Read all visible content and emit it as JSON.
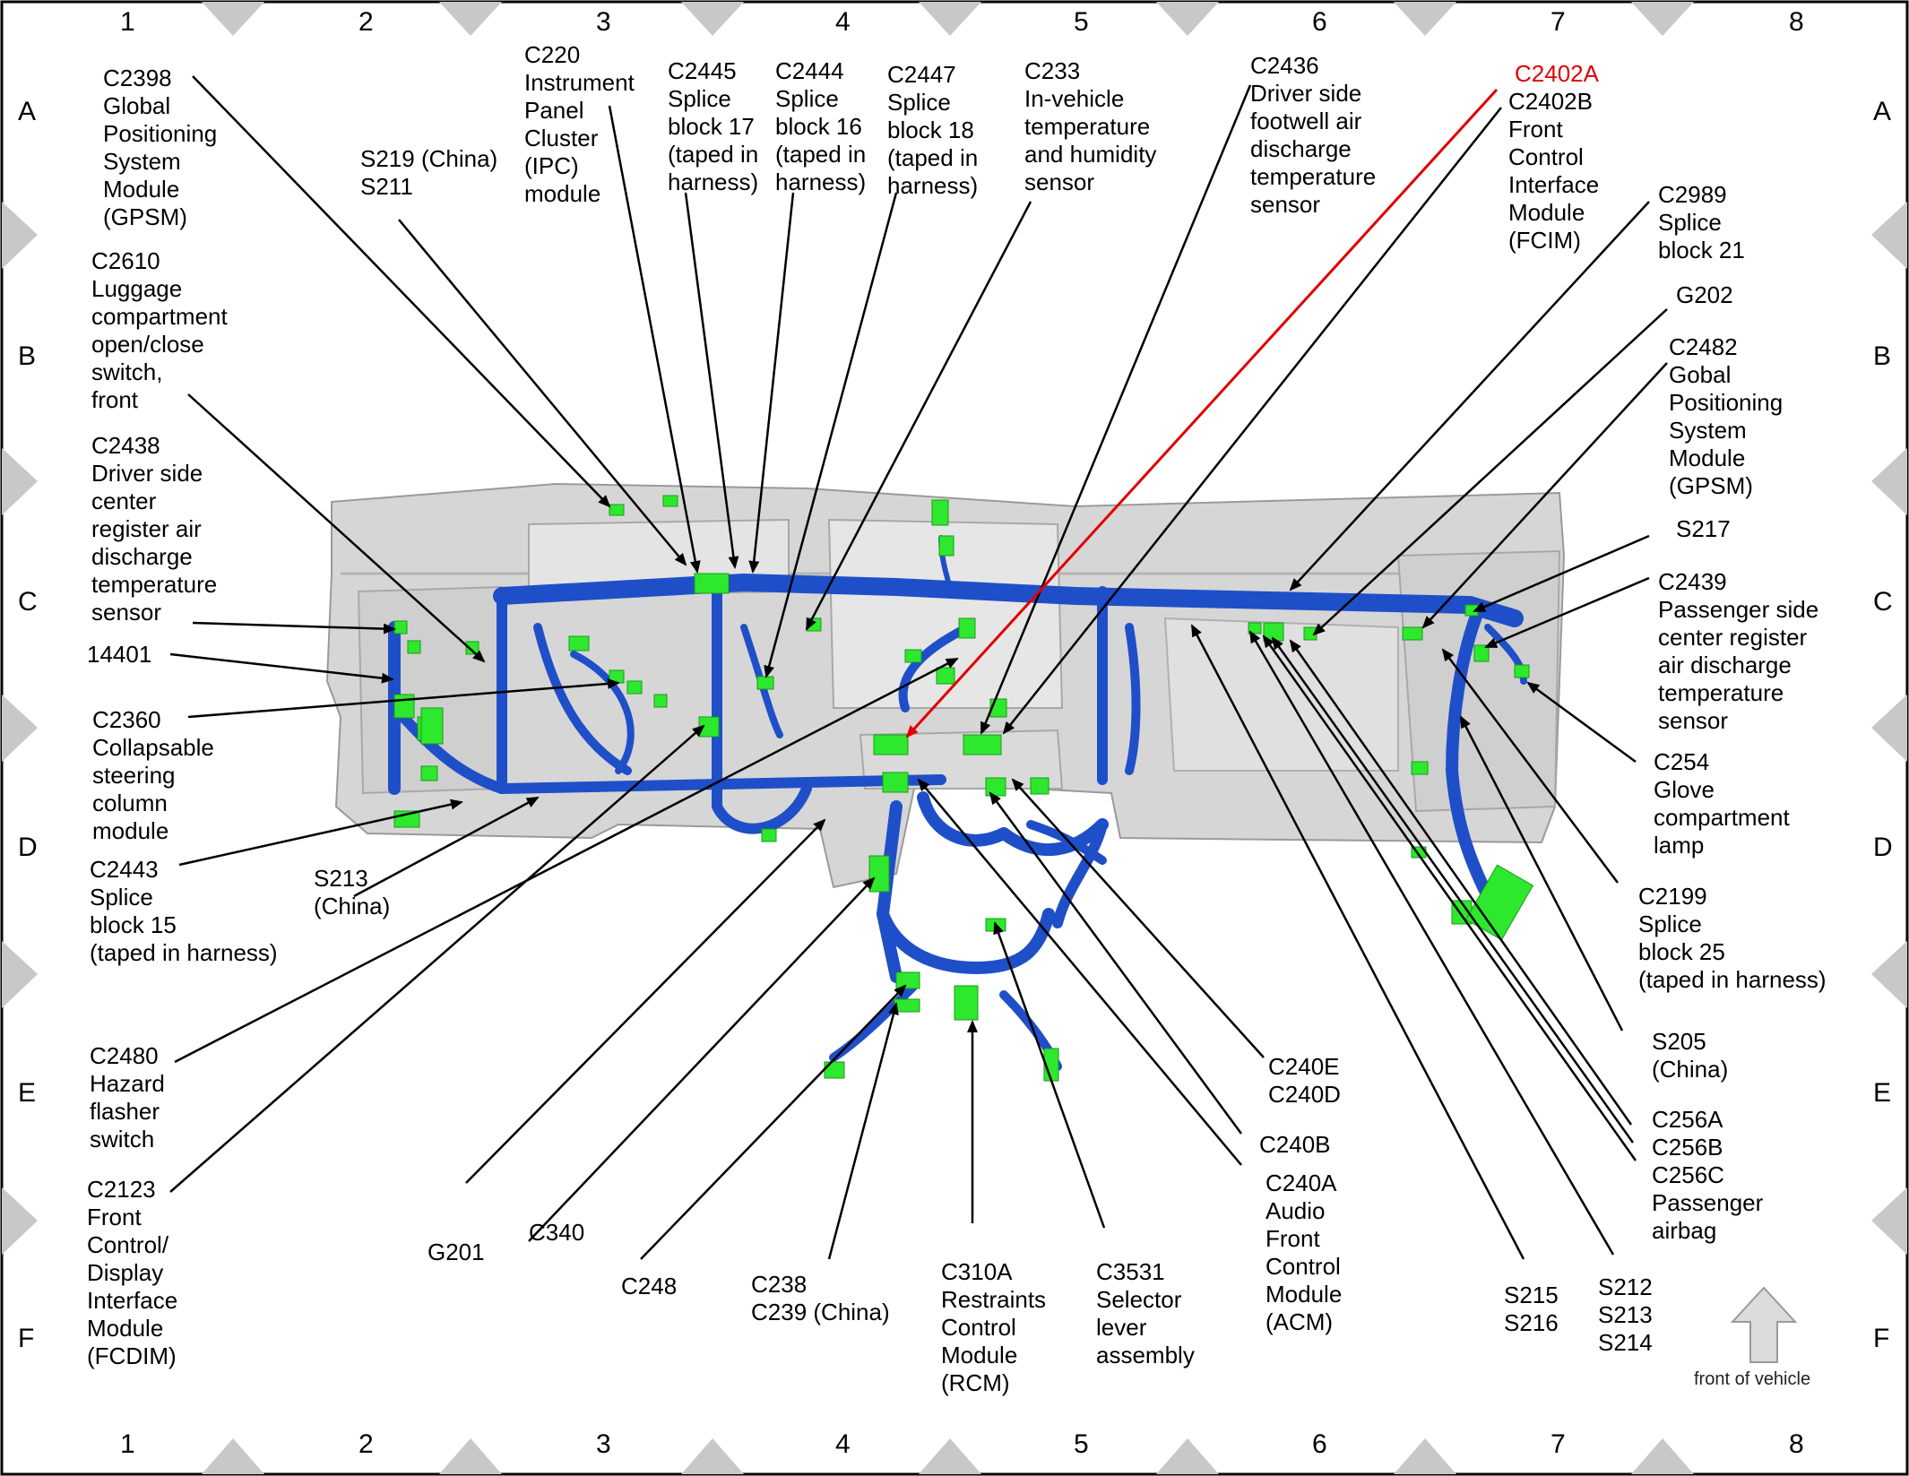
{
  "grid": {
    "columns": [
      "1",
      "2",
      "3",
      "4",
      "5",
      "6",
      "7",
      "8"
    ],
    "rows": [
      "A",
      "B",
      "C",
      "D",
      "E",
      "F"
    ]
  },
  "labels": {
    "c2398": "C2398\nGlobal\nPositioning\nSystem\nModule\n(GPSM)",
    "s219": "S219 (China)\nS211",
    "c220": "C220\nInstrument\nPanel\nCluster\n(IPC)\nmodule",
    "c2445": "C2445\nSplice\nblock 17\n(taped in\nharness)",
    "c2444": "C2444\nSplice\nblock 16\n(taped in\nharness)",
    "c2447": "C2447\nSplice\nblock 18\n(taped in\nharness)",
    "c233": "C233\nIn-vehicle\ntemperature\nand humidity\nsensor",
    "c2436": "C2436\nDriver side\nfootwell air\ndischarge\ntemperature\nsensor",
    "c2402a": "C2402A",
    "c2402b": "C2402B\nFront\nControl\nInterface\nModule\n(FCIM)",
    "c2989": "C2989\nSplice\nblock 21",
    "g202": "G202",
    "c2482": "C2482\nGobal\nPositioning\nSystem\nModule\n(GPSM)",
    "s217": "S217",
    "c2439": "C2439\nPassenger side\ncenter register\nair discharge\ntemperature\nsensor",
    "c254": "C254\nGlove\ncompartment\nlamp",
    "c2199": "C2199\nSplice\nblock 25\n(taped in harness)",
    "s205": "S205\n(China)",
    "c256": "C256A\nC256B\nC256C\nPassenger\nairbag",
    "s212": "S212\nS213\nS214",
    "s215": "S215\nS216",
    "c240a": "C240A\nAudio\nFront\nControl\nModule\n(ACM)",
    "c240b": "C240B",
    "c240e": "C240E\nC240D",
    "c3531": "C3531\nSelector\nlever\nassembly",
    "c310a": "C310A\nRestraints\nControl\nModule\n(RCM)",
    "c238": "C238\nC239 (China)",
    "c248": "C248",
    "c340": "C340",
    "g201": "G201",
    "c2123": "C2123\nFront\nControl/\nDisplay\nInterface\nModule\n(FCDIM)",
    "c2480": "C2480\nHazard\nflasher\nswitch",
    "c2443": "C2443\nSplice\nblock 15\n(taped in harness)",
    "s213": "S213\n(China)",
    "c2360": "C2360\nCollapsable\nsteering\ncolumn\nmodule",
    "n14401": "14401",
    "c2438": "C2438\nDriver side\ncenter\nregister air\ndischarge\ntemperature\nsensor",
    "c2610": "C2610\nLuggage\ncompartment\nopen/close\nswitch,\nfront"
  },
  "footer": {
    "front_label": "front of vehicle"
  },
  "colors": {
    "harness": "#1f4fc8",
    "connector": "#2ee82e",
    "highlight_line": "#e00000",
    "border_diamond": "#c8c8c8",
    "panel": "#d6d6d6"
  },
  "icons": {
    "front_arrow": "up-arrow-icon"
  }
}
